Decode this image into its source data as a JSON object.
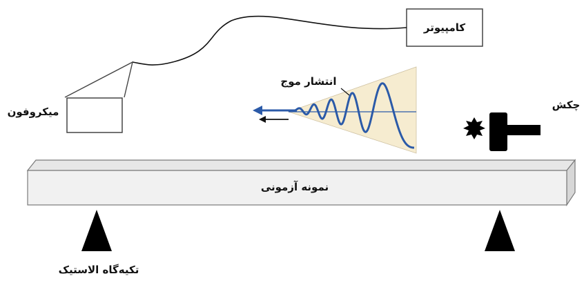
{
  "labels": {
    "computer": "کامپیوتر",
    "wave_propagation": "انتشار موج",
    "hammer": "چکش",
    "microphone": "میکروفون",
    "test_specimen": "نمونه آزمونی",
    "elastic_support": "تکیه‌گاه الاستیک"
  },
  "icons": {
    "computer": "computer-box-icon",
    "microphone": "microphone-box-icon",
    "hammer": "hammer-icon",
    "impact": "impact-burst-icon",
    "support_left": "support-triangle-icon",
    "support_right": "support-triangle-icon",
    "wave": "sine-wave-icon",
    "direction_arrow": "arrow-left-icon"
  },
  "colors": {
    "wave": "#2b5aa8",
    "wave_fill": "#f6ecd0",
    "beam_face": "#f1f1f1",
    "beam_top": "#e7e7e7",
    "beam_side": "#d7d7d7",
    "outline": "#7a7a7a",
    "black": "#000000"
  }
}
